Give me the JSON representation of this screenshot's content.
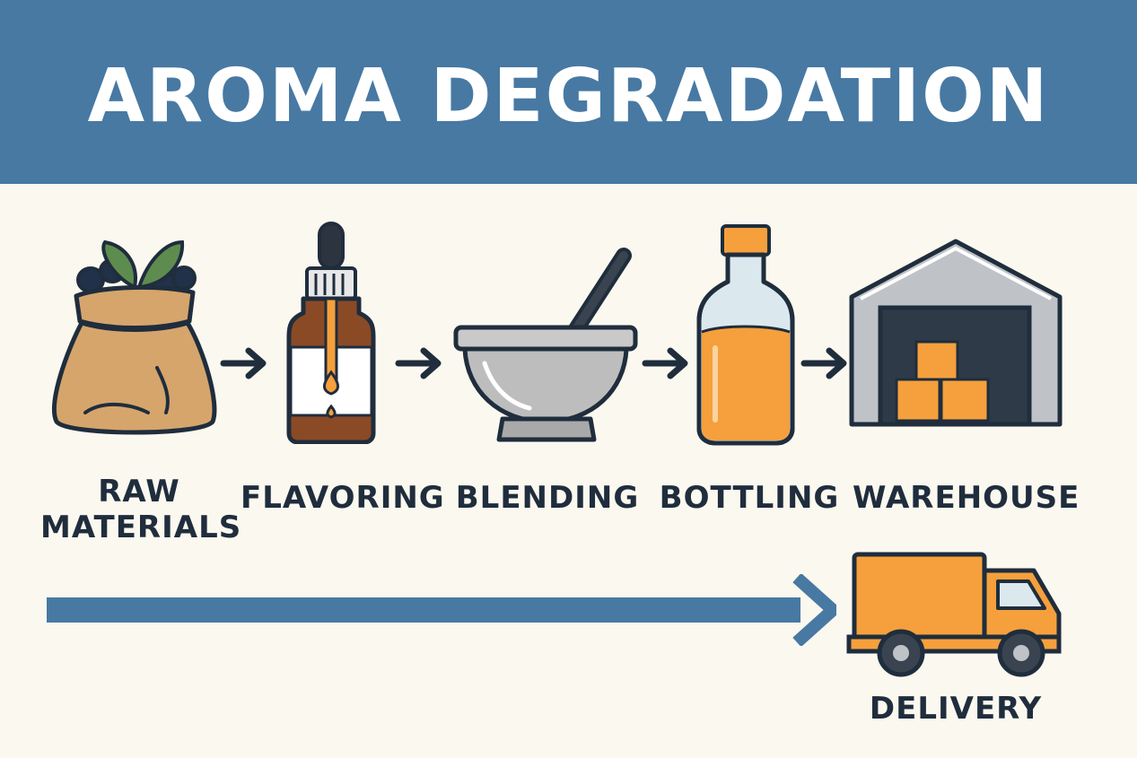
{
  "title": "AROMA DEGRADATION",
  "stages": [
    {
      "label_line1": "RAW",
      "label_line2": "MATERIALS",
      "icon": "sack-icon"
    },
    {
      "label": "FLAVORING",
      "icon": "dropper-bottle-icon"
    },
    {
      "label": "BLENDING",
      "icon": "mortar-bowl-icon"
    },
    {
      "label": "BOTTLING",
      "icon": "bottle-icon"
    },
    {
      "label": "WAREHOUSE",
      "icon": "warehouse-icon"
    },
    {
      "label": "DELIVERY",
      "icon": "truck-icon"
    }
  ],
  "colors": {
    "banner": "#4779a3",
    "background": "#fbf8ef",
    "outline": "#1f2d3d",
    "accent_orange": "#f5a03c",
    "sack": "#d6a56c",
    "leaf": "#5e8c4f",
    "flow_arrow": "#4779a3"
  }
}
